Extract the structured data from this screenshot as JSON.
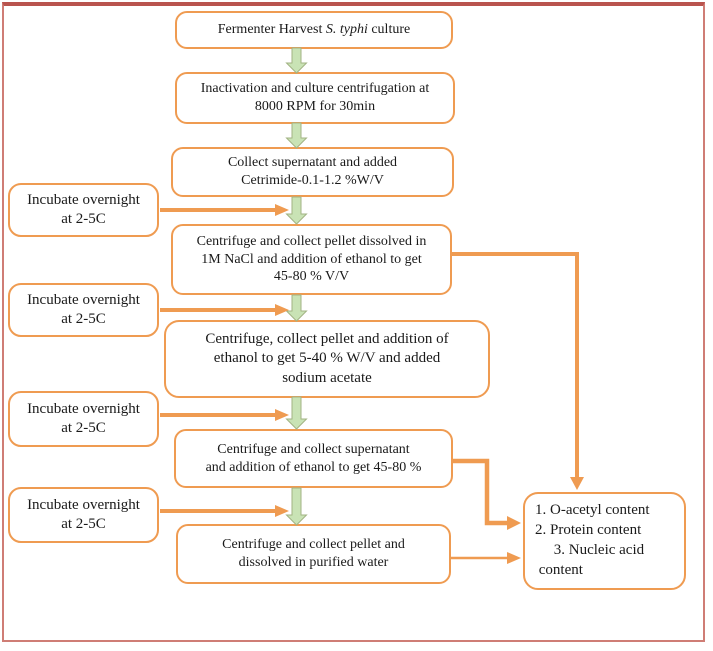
{
  "diagram": {
    "step1": {
      "prefix": "Fermenter Harvest ",
      "italic": "S. typhi",
      "suffix": " culture"
    },
    "step2": [
      "Inactivation and culture centrifugation at",
      "8000 RPM for 30min"
    ],
    "step3": [
      "Collect supernatant and added",
      "Cetrimide-0.1-1.2 %W/V"
    ],
    "step4": [
      "Centrifuge and collect pellet dissolved in",
      "1M NaCl and addition of ethanol to get",
      "45-80 % V/V"
    ],
    "step5": [
      "Centrifuge, collect pellet and addition of",
      "ethanol to get 5-40 % W/V and added",
      "sodium acetate"
    ],
    "step6": [
      "Centrifuge and collect supernatant",
      "and addition of ethanol to get 45-80 %"
    ],
    "step7": [
      "Centrifuge and collect pellet and",
      "dissolved in purified water"
    ],
    "incubate_note": [
      "Incubate overnight",
      "at 2-5C"
    ],
    "results": [
      "1. O-acetyl content",
      "2. Protein content",
      "     3. Nucleic acid",
      " content"
    ]
  },
  "colors": {
    "orange": "#EF9B51",
    "green_fill": "#C9E3B5",
    "green_stroke": "#A2B383",
    "frame_top": "#B9544E",
    "frame_side": "#CF7D75"
  }
}
